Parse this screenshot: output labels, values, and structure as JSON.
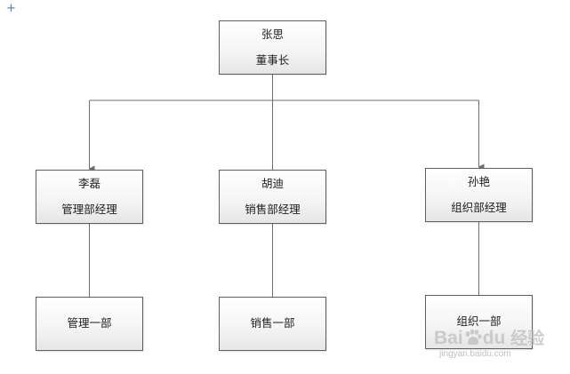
{
  "org_chart": {
    "root": {
      "name": "张思",
      "title": "董事长"
    },
    "managers": [
      {
        "name": "李磊",
        "title": "管理部经理",
        "department": "管理一部"
      },
      {
        "name": "胡迪",
        "title": "销售部经理",
        "department": "销售一部"
      },
      {
        "name": "孙艳",
        "title": "组织部经理",
        "department": "组织一部"
      }
    ]
  },
  "decor": {
    "corner_mark": "+"
  },
  "watermark": {
    "text_bai": "Bai",
    "text_du": "du",
    "text_jingyan": "经验",
    "sub": "jingyan.baidu.com"
  },
  "colors": {
    "border": "#5f5f5f",
    "connector": "#6e6e6e",
    "node_fill_top": "#ffffff",
    "node_fill_bottom": "#e6e6e6",
    "corner_mark": "#3a7bd5"
  }
}
